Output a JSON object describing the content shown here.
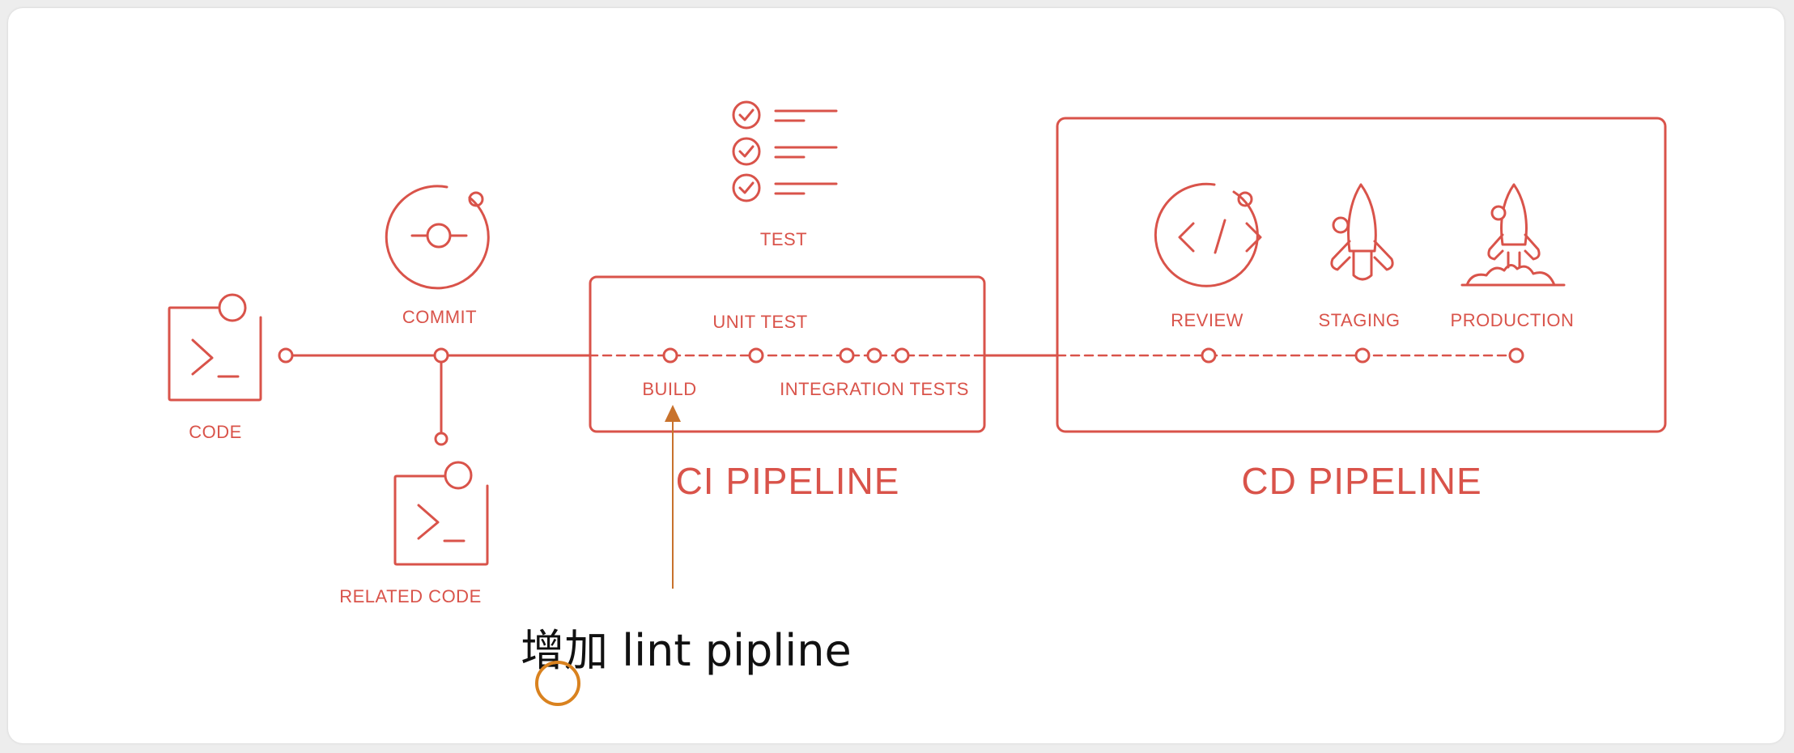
{
  "colors": {
    "diagram": "#d9534a",
    "annotation_arrow": "#c8722c",
    "annotation_text": "#111111",
    "cursor_ring": "#d9821f"
  },
  "nodes": {
    "code": "CODE",
    "commit": "COMMIT",
    "related_code": "RELATED CODE",
    "test": "TEST",
    "unit_test": "UNIT TEST",
    "build": "BUILD",
    "integration_tests": "INTEGRATION TESTS",
    "review": "REVIEW",
    "staging": "STAGING",
    "production": "PRODUCTION"
  },
  "groups": {
    "ci": "CI PIPELINE",
    "cd": "CD PIPELINE"
  },
  "annotation": {
    "text": "增加 lint pipline"
  },
  "icons": [
    "terminal-icon",
    "commit-icon",
    "checklist-icon",
    "code-review-icon",
    "rocket-icon",
    "rocket-launch-icon"
  ]
}
